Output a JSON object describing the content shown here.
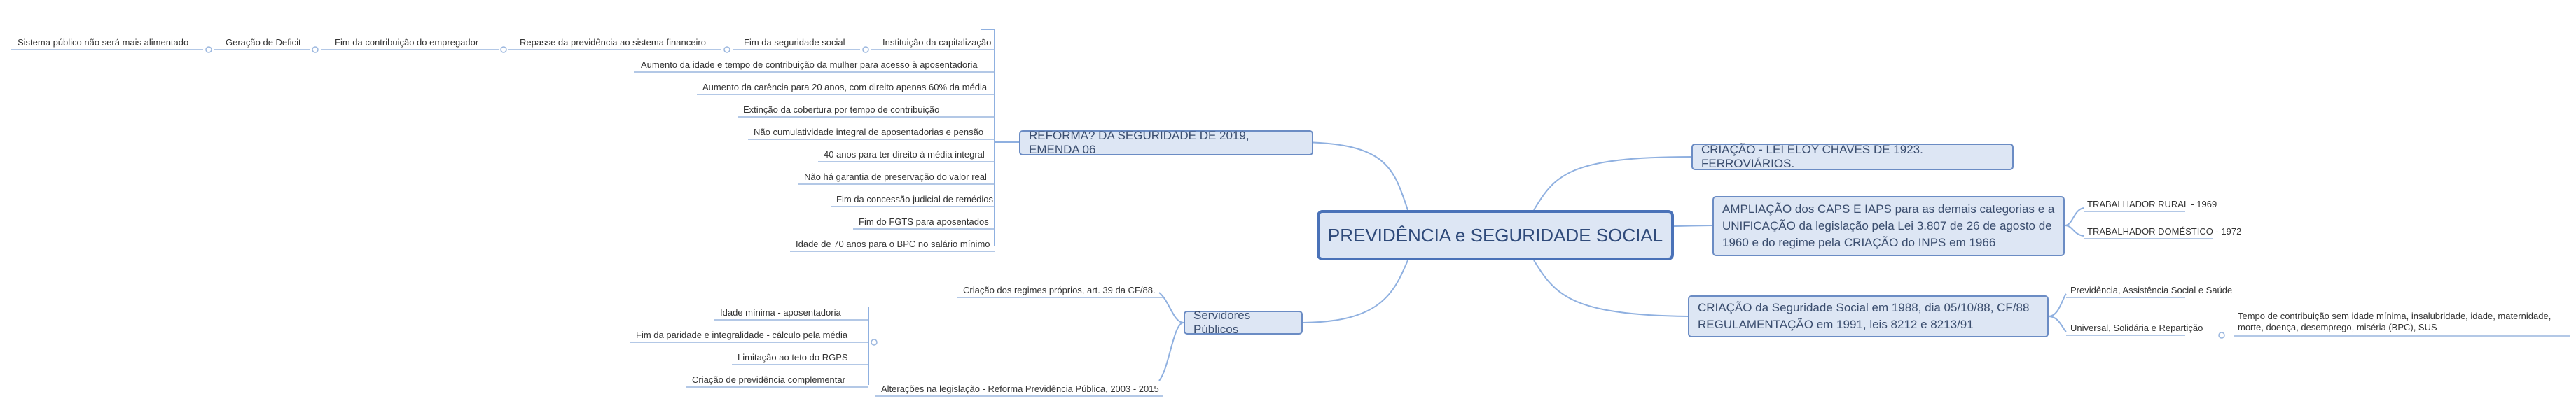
{
  "root": "PREVIDÊNCIA e SEGURIDADE SOCIAL",
  "reforma": {
    "label": "REFORMA? DA SEGURIDADE DE 2019, EMENDA 06",
    "chain": [
      "Sistema público não será mais alimentado",
      "Geração de Deficit",
      "Fim da contribuição do empregador",
      "Repasse da previdência ao sistema financeiro",
      "Fim da seguridade social",
      "Instituição da capitalização"
    ],
    "items": [
      "Aumento da idade e tempo de contribuição da mulher para acesso à aposentadoria",
      "Aumento da carência para 20 anos, com direito apenas 60% da média",
      "Extinção da cobertura por tempo de contribuição",
      "Não cumulatividade integral de aposentadorias e pensão",
      "40 anos para ter direito à média integral",
      "Não há garantia de preservação do valor real",
      "Fim da concessão judicial de remédios",
      "Fim do FGTS para aposentados",
      "Idade de 70 anos para o BPC no salário mínimo"
    ]
  },
  "servidores": {
    "label": "Servidores Públicos",
    "regimes": "Criação dos regimes próprios, art. 39 da CF/88.",
    "alteracoes": "Alterações na legislação - Reforma Previdência Pública, 2003 - 2015",
    "alteracoes_items": [
      "Idade mínima - aposentadoria",
      "Fim da paridade e integralidade - cálculo pela média",
      "Limitação ao teto do RGPS",
      "Criação de previdência complementar"
    ]
  },
  "criacao_eloy": "CRIAÇÃO - LEI ELOY CHAVES DE 1923. FERROVIÁRIOS.",
  "ampliacao": {
    "label": "AMPLIAÇÃO dos CAPS E IAPS para as demais categorias e a UNIFICAÇÃO da legislação pela Lei 3.807 de 26 de agosto de 1960 e do regime pela CRIAÇÃO do INPS em 1966",
    "items": [
      "TRABALHADOR RURAL - 1969",
      "TRABALHADOR DOMÉSTICO - 1972"
    ]
  },
  "seguridade": {
    "label": "CRIAÇÃO da Seguridade Social em 1988, dia 05/10/88, CF/88 REGULAMENTAÇÃO em 1991, leis 8212 e 8213/91",
    "tripe": "Previdência, Assistência Social e Saúde",
    "principio": "Universal, Solidária e Repartição",
    "principio_detail": "Tempo de contribuição sem idade mínima, insalubridade, idade, maternidade, morte, doença, desemprego, miséria (BPC), SUS"
  },
  "colors": {
    "accent": "#4a72b8",
    "line": "#8fb0e0",
    "node_fill": "#dde6f4"
  }
}
